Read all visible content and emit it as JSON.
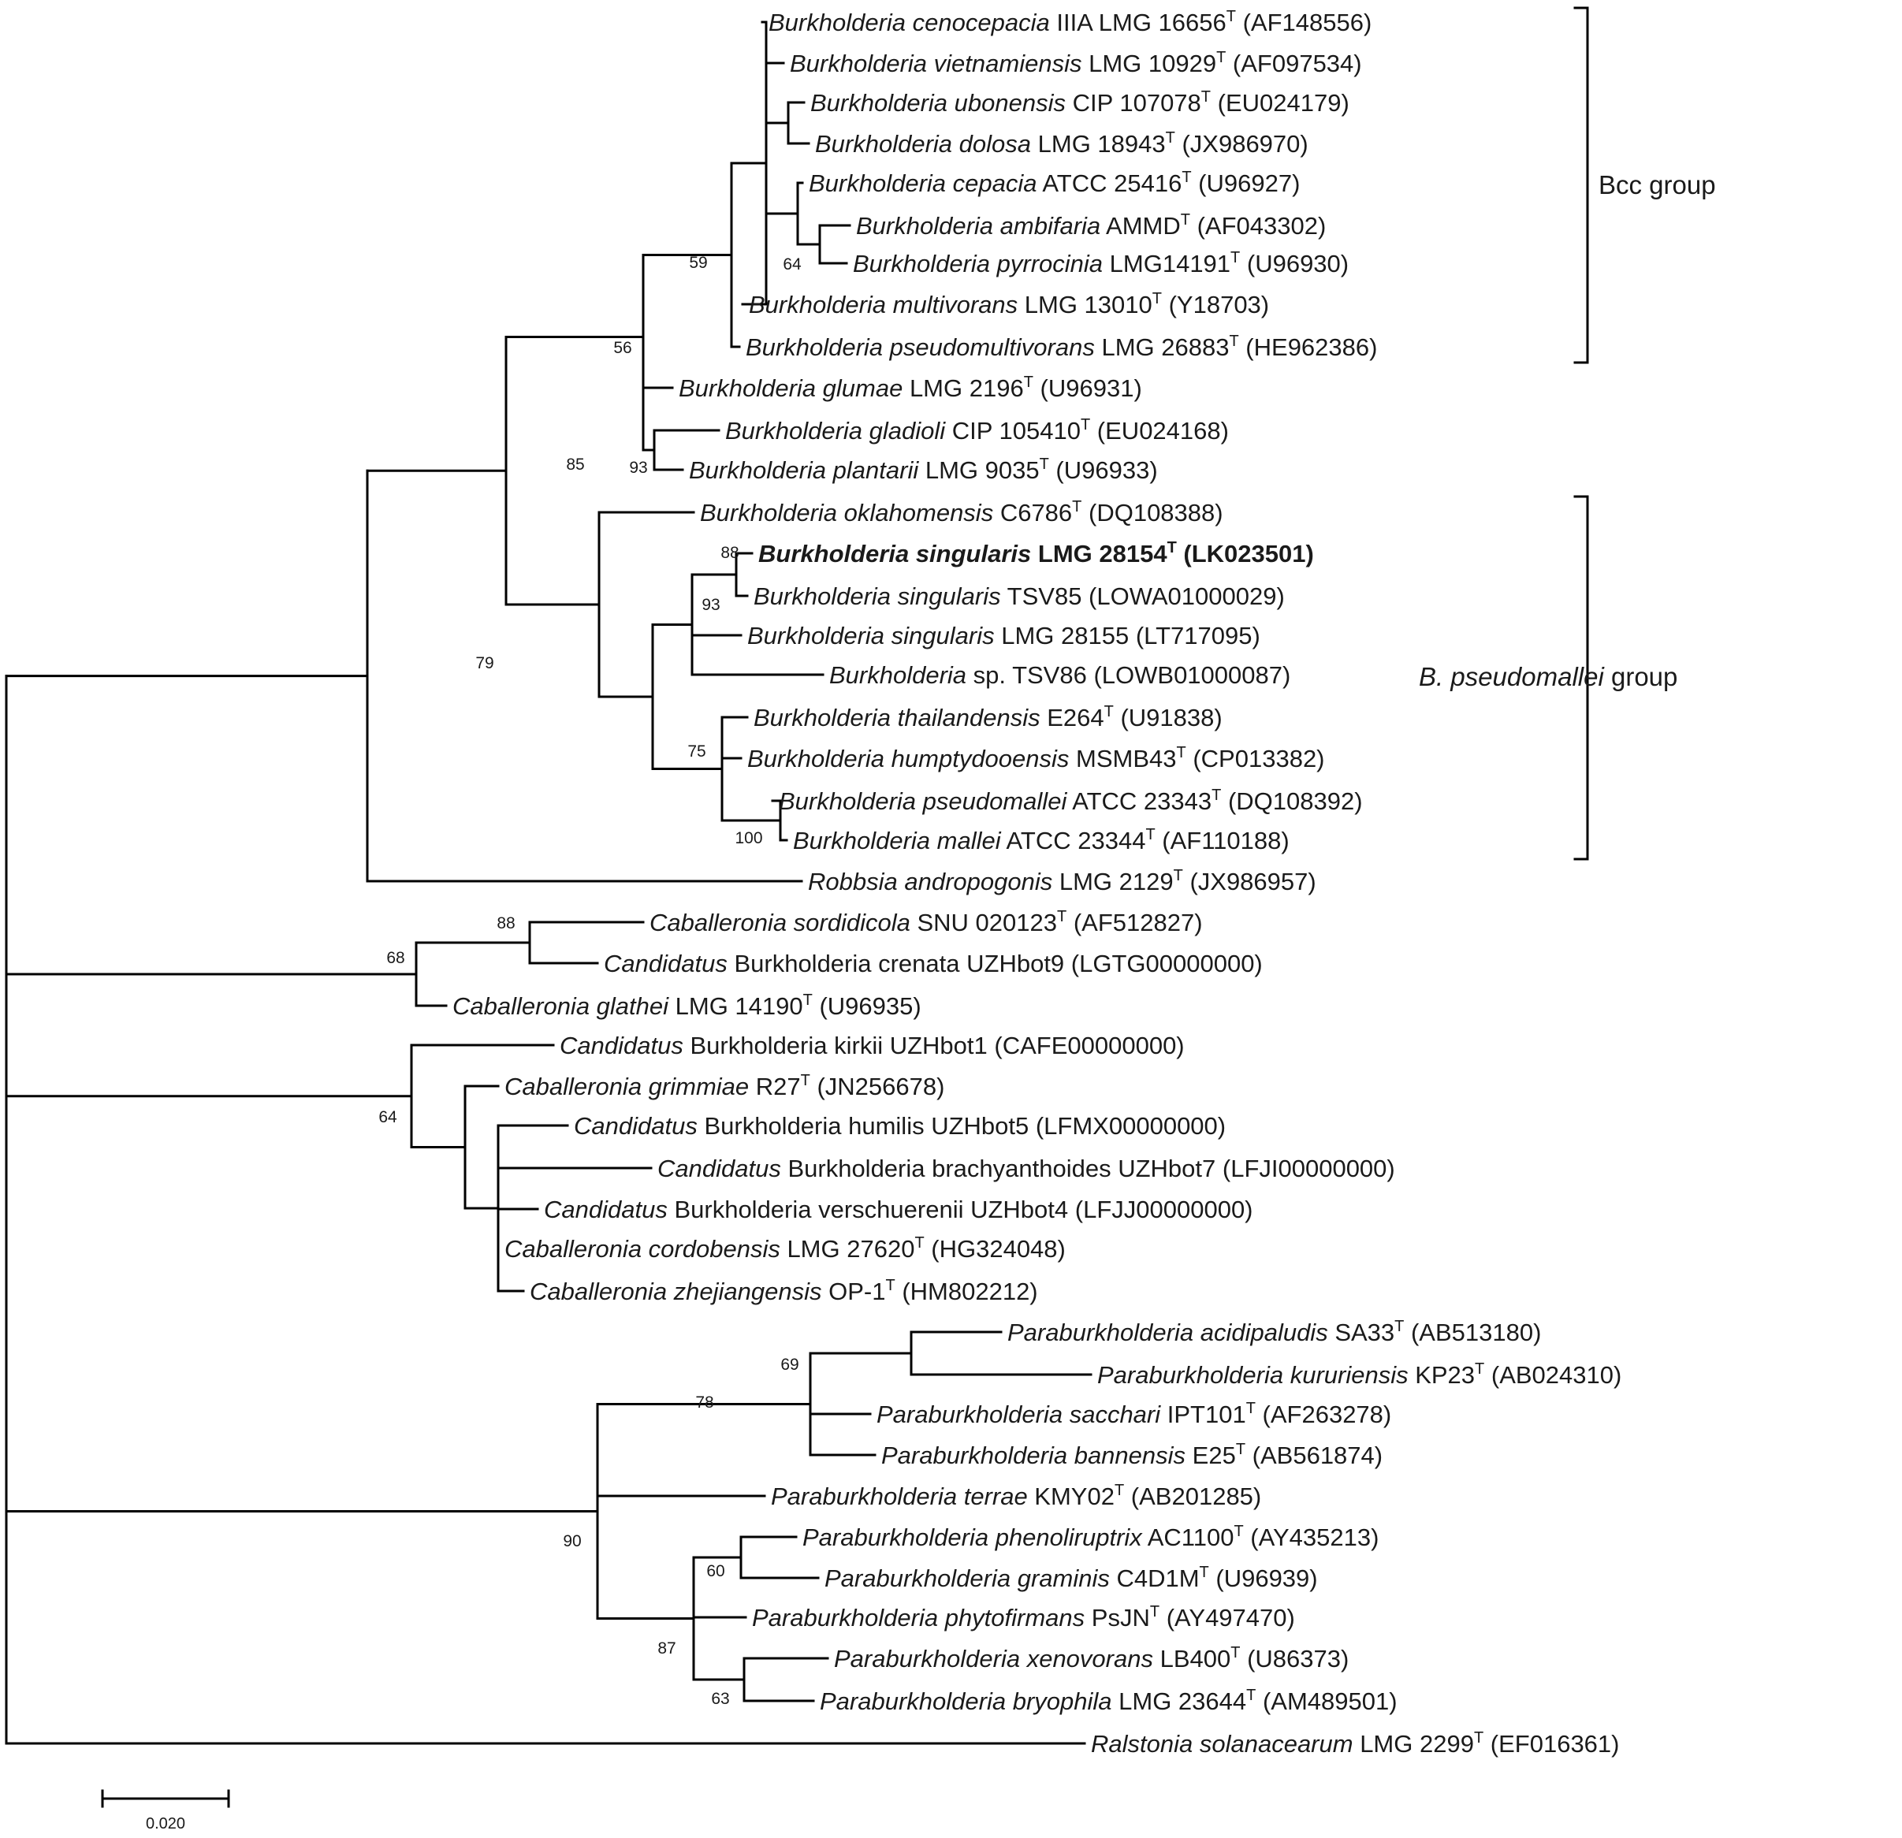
{
  "leaves": [
    {
      "italic": "Burkholderia cenocepacia",
      "rest": " IIIA LMG 16656",
      "sup": "T",
      "acc": " (AF148556)"
    },
    {
      "italic": "Burkholderia vietnamiensis",
      "rest": " LMG 10929",
      "sup": "T",
      "acc": " (AF097534)"
    },
    {
      "italic": "Burkholderia ubonensis",
      "rest": " CIP 107078",
      "sup": "T",
      "acc": " (EU024179)"
    },
    {
      "italic": "Burkholderia dolosa",
      "rest": " LMG 18943",
      "sup": "T",
      "acc": " (JX986970)"
    },
    {
      "italic": "Burkholderia cepacia",
      "rest": " ATCC 25416",
      "sup": "T",
      "acc": " (U96927)"
    },
    {
      "italic": "Burkholderia ambifaria",
      "rest": " AMMD",
      "sup": "T",
      "acc": " (AF043302)"
    },
    {
      "italic": "Burkholderia pyrrocinia",
      "rest": " LMG14191",
      "sup": "T",
      "acc": " (U96930)"
    },
    {
      "italic": "Burkholderia multivorans",
      "rest": " LMG 13010",
      "sup": "T",
      "acc": " (Y18703)"
    },
    {
      "italic": "Burkholderia pseudomultivorans",
      "rest": " LMG 26883",
      "sup": "T",
      "acc": " (HE962386)"
    },
    {
      "italic": "Burkholderia glumae",
      "rest": " LMG 2196",
      "sup": "T",
      "acc": " (U96931)"
    },
    {
      "italic": "Burkholderia gladioli",
      "rest": " CIP 105410",
      "sup": "T",
      "acc": " (EU024168)"
    },
    {
      "italic": "Burkholderia plantarii",
      "rest": " LMG 9035",
      "sup": "T",
      "acc": " (U96933)"
    },
    {
      "italic": "Burkholderia oklahomensis",
      "rest": " C6786",
      "sup": "T",
      "acc": " (DQ108388)"
    },
    {
      "italic": "Burkholderia singularis",
      "rest": " LMG 28154",
      "sup": "T",
      "acc": " (LK023501)",
      "bold": true
    },
    {
      "italic": "Burkholderia singularis",
      "rest": " TSV85",
      "sup": "",
      "acc": " (LOWA01000029)"
    },
    {
      "italic": "Burkholderia singularis",
      "rest": " LMG 28155",
      "sup": "",
      "acc": " (LT717095)"
    },
    {
      "italic": "Burkholderia",
      "rest": " sp. TSV86",
      "sup": "",
      "acc": " (LOWB01000087)"
    },
    {
      "italic": "Burkholderia thailandensis",
      "rest": " E264",
      "sup": "T",
      "acc": " (U91838)"
    },
    {
      "italic": "Burkholderia humptydooensis",
      "rest": " MSMB43",
      "sup": "T",
      "acc": " (CP013382)"
    },
    {
      "italic": "Burkholderia pseudomallei",
      "rest": " ATCC 23343",
      "sup": "T",
      "acc": " (DQ108392)"
    },
    {
      "italic": "Burkholderia mallei",
      "rest": " ATCC 23344",
      "sup": "T",
      "acc": " (AF110188)"
    },
    {
      "italic": "Robbsia andropogonis",
      "rest": " LMG 2129",
      "sup": "T",
      "acc": " (JX986957)"
    },
    {
      "italic": "Caballeronia sordidicola",
      "rest": " SNU 020123",
      "sup": "T",
      "acc": " (AF512827)"
    },
    {
      "italic": "Candidatus",
      "rest": " Burkholderia crenata UZHbot9",
      "sup": "",
      "acc": " (LGTG00000000)"
    },
    {
      "italic": "Caballeronia glathei",
      "rest": " LMG 14190",
      "sup": "T",
      "acc": " (U96935)"
    },
    {
      "italic": "Candidatus",
      "rest": " Burkholderia kirkii UZHbot1",
      "sup": "",
      "acc": " (CAFE00000000)"
    },
    {
      "italic": "Caballeronia grimmiae",
      "rest": " R27",
      "sup": "T",
      "acc": " (JN256678)"
    },
    {
      "italic": "Candidatus",
      "rest": " Burkholderia humilis UZHbot5",
      "sup": "",
      "acc": " (LFMX00000000)"
    },
    {
      "italic": "Candidatus",
      "rest": " Burkholderia brachyanthoides UZHbot7",
      "sup": "",
      "acc": " (LFJI00000000)"
    },
    {
      "italic": "Candidatus",
      "rest": " Burkholderia verschuerenii UZHbot4",
      "sup": "",
      "acc": " (LFJJ00000000)"
    },
    {
      "italic": "Caballeronia cordobensis",
      "rest": " LMG 27620",
      "sup": "T",
      "acc": " (HG324048)"
    },
    {
      "italic": "Caballeronia zhejiangensis",
      "rest": " OP-1",
      "sup": "T",
      "acc": " (HM802212)"
    },
    {
      "italic": "Paraburkholderia acidipaludis",
      "rest": " SA33",
      "sup": "T",
      "acc": " (AB513180)"
    },
    {
      "italic": "Paraburkholderia kururiensis",
      "rest": " KP23",
      "sup": "T",
      "acc": " (AB024310)"
    },
    {
      "italic": "Paraburkholderia sacchari",
      "rest": " IPT101",
      "sup": "T",
      "acc": " (AF263278)"
    },
    {
      "italic": "Paraburkholderia bannensis",
      "rest": " E25",
      "sup": "T",
      "acc": " (AB561874)"
    },
    {
      "italic": "Paraburkholderia terrae",
      "rest": " KMY02",
      "sup": "T",
      "acc": " (AB201285)"
    },
    {
      "italic": "Paraburkholderia phenoliruptrix",
      "rest": " AC1100",
      "sup": "T",
      "acc": " (AY435213)"
    },
    {
      "italic": "Paraburkholderia graminis",
      "rest": " C4D1M",
      "sup": "T",
      "acc": " (U96939)"
    },
    {
      "italic": "Paraburkholderia phytofirmans",
      "rest": " PsJN",
      "sup": "T",
      "acc": " (AY497470)"
    },
    {
      "italic": "Paraburkholderia xenovorans",
      "rest": " LB400",
      "sup": "T",
      "acc": " (U86373)"
    },
    {
      "italic": "Paraburkholderia bryophila",
      "rest": " LMG 23644",
      "sup": "T",
      "acc": " (AM489501)"
    },
    {
      "italic": "Ralstonia solanacearum",
      "rest": " LMG 2299",
      "sup": "T",
      "acc": " (EF016361)"
    }
  ],
  "bootstrap": [
    "59",
    "64",
    "56",
    "93",
    "85",
    "88",
    "93",
    "75",
    "100",
    "79",
    "88",
    "68",
    "64",
    "69",
    "78",
    "90",
    "60",
    "87",
    "63"
  ],
  "groups": [
    {
      "label": "Bcc group",
      "italic": ""
    },
    {
      "label": " group",
      "italic": "B. pseudomallei"
    }
  ],
  "scale_bar": {
    "label": "0.020",
    "value": 0.02
  }
}
